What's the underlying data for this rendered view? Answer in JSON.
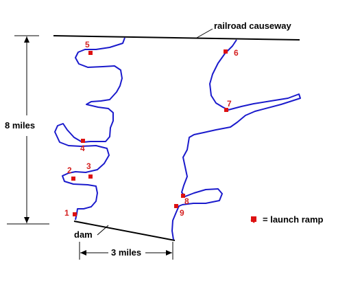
{
  "labels": {
    "railroad": "railroad causeway",
    "height": "8 miles",
    "width": "3 miles",
    "dam": "dam",
    "legend": "= launch ramp"
  },
  "colors": {
    "shoreline": "#1a1acc",
    "ramp": "#dd1111",
    "ramp_label": "#d42020",
    "line": "#000000"
  },
  "ramps": [
    {
      "id": "1",
      "label": "1"
    },
    {
      "id": "2",
      "label": "2"
    },
    {
      "id": "3",
      "label": "3"
    },
    {
      "id": "4",
      "label": "4"
    },
    {
      "id": "5",
      "label": "5"
    },
    {
      "id": "6",
      "label": "6"
    },
    {
      "id": "7",
      "label": "7"
    },
    {
      "id": "8",
      "label": "8"
    },
    {
      "id": "9",
      "label": "9"
    }
  ]
}
